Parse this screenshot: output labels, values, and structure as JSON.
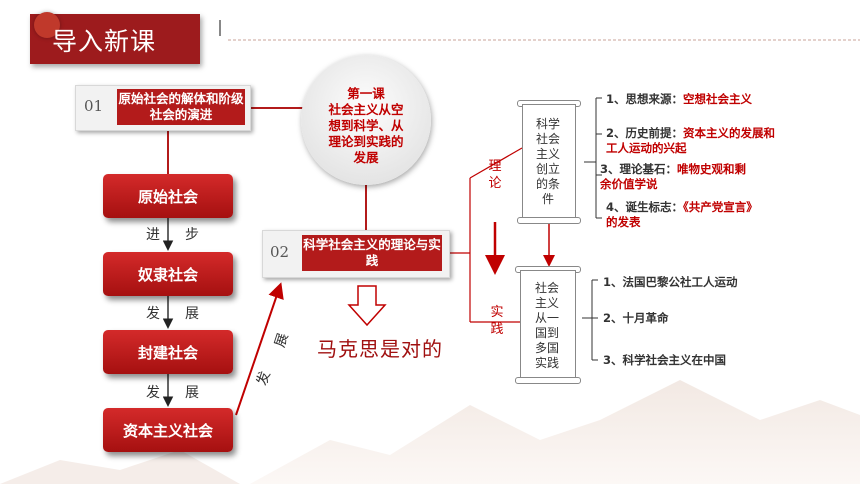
{
  "header": {
    "title": "导入新课"
  },
  "left": {
    "number": "01",
    "title": "原始社会的解体和阶级社会的演进",
    "stages": [
      "原始社会",
      "奴隶社会",
      "封建社会",
      "资本主义社会"
    ],
    "step_labels": [
      [
        "进",
        "步"
      ],
      [
        "发",
        "展"
      ],
      [
        "发",
        "展"
      ]
    ],
    "diag_label": [
      "发",
      "展"
    ]
  },
  "center": {
    "circle_text": [
      "第一课",
      "社会主义从空",
      "想到科学、从",
      "理论到实践的",
      "发展"
    ],
    "number": "02",
    "title": "科学社会主义的理论与实践",
    "conclusion": "马克思是对的"
  },
  "right": {
    "theory_label": [
      "理",
      "论"
    ],
    "practice_label": [
      "实",
      "践"
    ],
    "scroll1_text": [
      "科学",
      "社会",
      "主义",
      "创立",
      "的条",
      "件"
    ],
    "scroll2_text": [
      "社会",
      "主义",
      "从一",
      "国到",
      "多国",
      "实践"
    ],
    "conditions": [
      {
        "prefix": "1、思想来源：",
        "highlight": [
          "空想社会主义"
        ]
      },
      {
        "prefix": "2、历史前提：",
        "highlight": [
          "资本主义的发展和",
          "工人运动的兴起"
        ]
      },
      {
        "prefix": "3、理论基石：",
        "highlight": [
          "唯物史观和剩",
          "余价值学说"
        ]
      },
      {
        "prefix": "4、诞生标志：",
        "highlight": [
          "《共产党宣言》",
          "的发表"
        ]
      }
    ],
    "practices": [
      "1、法国巴黎公社工人运动",
      "2、十月革命",
      "3、科学社会主义在中国"
    ]
  },
  "colors": {
    "primary_red": "#b31b1b",
    "text_red": "#c00000",
    "header_red": "#9d1b1d"
  }
}
